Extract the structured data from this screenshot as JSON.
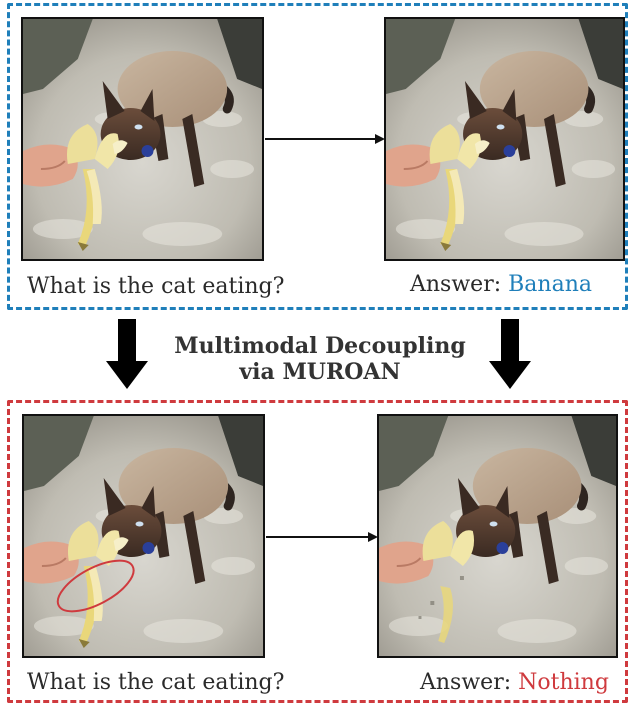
{
  "colors": {
    "original_frame": "#1f7fba",
    "decoupled_frame": "#cf3a3e",
    "answer_original": "#1f7fba",
    "answer_decoupled": "#cf3a3e"
  },
  "original": {
    "question": "What is the cat eating?",
    "answer_prefix": "Answer: ",
    "answer_value": "Banana"
  },
  "center": {
    "line1": "Multimodal Decoupling",
    "line2": "via MUROAN"
  },
  "decoupled": {
    "question": "What is the cat eating?",
    "answer_prefix": "Answer: ",
    "answer_value": "Nothing"
  },
  "icons": {
    "flow_arrow": "arrow-right-icon",
    "decouple_arrow": "arrow-down-icon",
    "highlight": "ellipse-highlight"
  }
}
